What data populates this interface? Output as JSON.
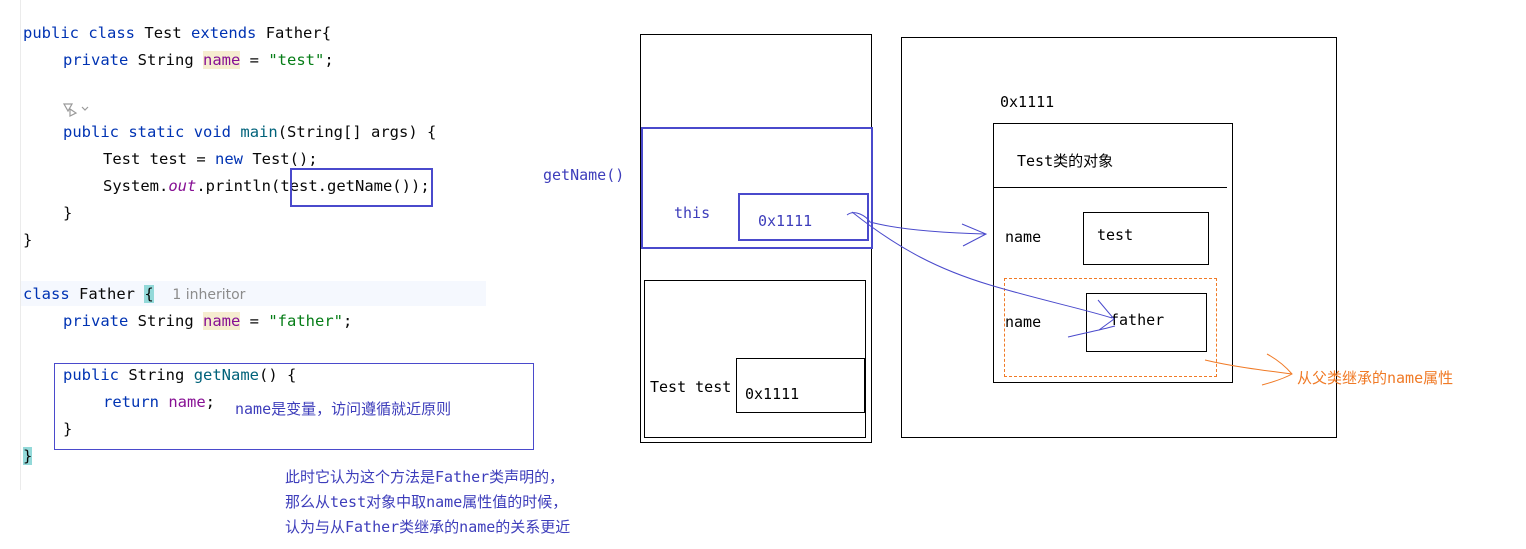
{
  "code": {
    "l1": {
      "kw_public": "public",
      "kw_class": "class",
      "classname": "Test",
      "kw_extends": "extends",
      "parent": "Father{"
    },
    "l2": {
      "kw_private": "private",
      "type": "String",
      "field": "name",
      "eq": " = ",
      "str": "\"test\"",
      "end": ";"
    },
    "l4": {
      "kw_public": "public",
      "kw_static": "static",
      "kw_void": "void",
      "method": "main",
      "args": "(String[] args) {"
    },
    "l5": {
      "decl": "Test test = ",
      "kw_new": "new",
      "rest": " Test();"
    },
    "l6": {
      "sys": "System.",
      "out": "out",
      "println": ".println(",
      "call": "test.getName()",
      "end": ");"
    },
    "l7": "}",
    "l8": "}",
    "l9": {
      "kw_class": "class",
      "classname": "Father",
      "brace": "{",
      "hint": "1 inheritor"
    },
    "l10": {
      "kw_private": "private",
      "type": "String",
      "field": "name",
      "eq": " = ",
      "str": "\"father\"",
      "end": ";"
    },
    "l11": {
      "kw_public": "public",
      "type": "String",
      "method": "getName",
      "rest": "() {"
    },
    "l12": {
      "kw_return": "return",
      "field": "name",
      "end": ";"
    },
    "l13": "}",
    "l14": "}"
  },
  "annotations": {
    "name_variable_note": "name是变量，访问遵循就近原则",
    "explanation": [
      "此时它认为这个方法是Father类声明的，",
      "那么从test对象中取name属性值的时候，",
      "认为与从Father类继承的name的关系更近"
    ],
    "getname_label": "getName()",
    "inherited_note": "从父类继承的name属性"
  },
  "stack": {
    "this_label": "this",
    "this_value": "0x1111",
    "main_var": "Test test",
    "main_value": "0x1111"
  },
  "heap": {
    "address": "0x1111",
    "object_title": "Test类的对象",
    "field1_name": "name",
    "field1_value": "test",
    "field2_name": "name",
    "field2_value": "father"
  },
  "colors": {
    "blue": "#4a4acc",
    "orange": "#f07a26",
    "keyword": "#0033b3",
    "string": "#067d17",
    "field": "#871094"
  }
}
